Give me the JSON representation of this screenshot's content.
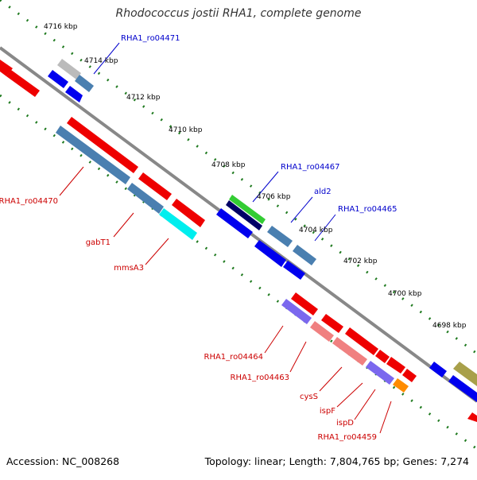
{
  "title": "Rhodococcus jostii RHA1, complete genome",
  "accession_label": "Accession: NC_008268",
  "topology_label": "Topology: linear; Length: 7,804,765 bp; Genes: 7,274",
  "colors": {
    "backbone": "#888888",
    "tick": "#1f7a1f",
    "label_red": "#cc0000",
    "label_blue": "#0000cc"
  },
  "kbp_marks": [
    {
      "text": "4716 kbp"
    },
    {
      "text": "4714 kbp"
    },
    {
      "text": "4712 kbp"
    },
    {
      "text": "4710 kbp"
    },
    {
      "text": "4708 kbp"
    },
    {
      "text": "4706 kbp"
    },
    {
      "text": "4704 kbp"
    },
    {
      "text": "4702 kbp"
    },
    {
      "text": "4700 kbp"
    },
    {
      "text": "4698 kbp"
    }
  ],
  "gene_labels": [
    {
      "text": "RHA1_ro04471",
      "color": "blue"
    },
    {
      "text": "RHA1_ro04467",
      "color": "blue"
    },
    {
      "text": "ald2",
      "color": "blue"
    },
    {
      "text": "RHA1_ro04465",
      "color": "blue"
    },
    {
      "text": "RHA1_ro04470",
      "color": "red"
    },
    {
      "text": "gabT1",
      "color": "red"
    },
    {
      "text": "mmsA3",
      "color": "red"
    },
    {
      "text": "RHA1_ro04464",
      "color": "red"
    },
    {
      "text": "RHA1_ro04463",
      "color": "red"
    },
    {
      "text": "cysS",
      "color": "red"
    },
    {
      "text": "ispF",
      "color": "red"
    },
    {
      "text": "ispD",
      "color": "red"
    },
    {
      "text": "RHA1_ro04459",
      "color": "red"
    }
  ]
}
